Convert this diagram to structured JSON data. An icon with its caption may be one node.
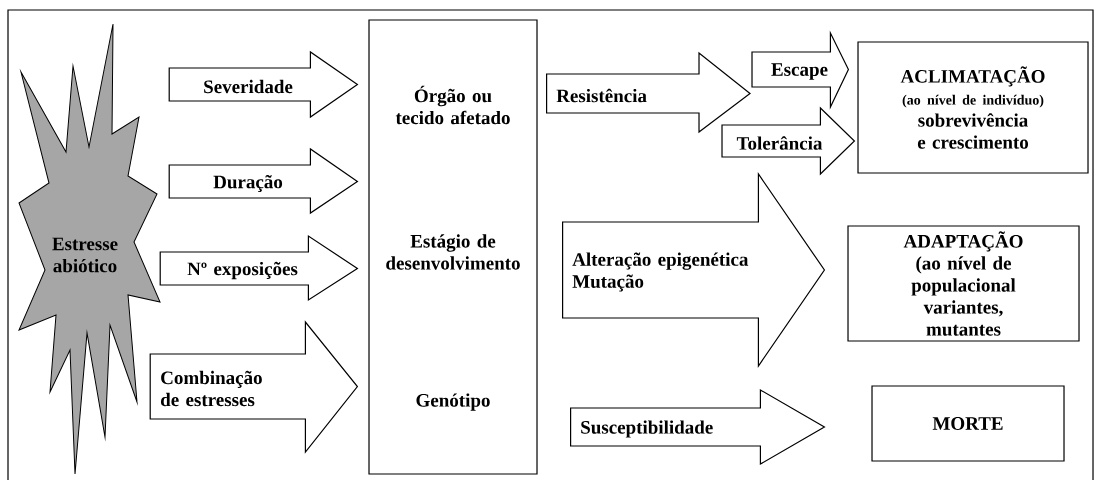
{
  "diagram": {
    "nodes": [
      {
        "text": [
          "Estresse abiótico"
        ]
      },
      {
        "text": [
          "Órgão ou tecido afetado",
          "Estágio de desenvolvimento",
          "Genótipo"
        ]
      },
      {
        "text": [
          "ACLIMATAÇÃO",
          "(ao nível de indivíduo)",
          "sobrevivência e crescimento"
        ]
      },
      {
        "text": [
          "ADAPTAÇÃO",
          "(ao nível de populacional variantes, mutantes"
        ]
      },
      {
        "text": [
          "MORTE"
        ]
      }
    ],
    "edges": [
      {
        "from": 0,
        "to": 1,
        "arrow": "to",
        "label": "Severidade"
      },
      {
        "from": 0,
        "to": 1,
        "arrow": "to",
        "label": "Duração"
      },
      {
        "from": 0,
        "to": 1,
        "arrow": "to",
        "label": "Nº exposições"
      },
      {
        "from": 0,
        "to": 1,
        "arrow": "to",
        "label": "Combinação de estresses"
      },
      {
        "from": 1,
        "to": null,
        "arrow": "to",
        "label": "Resistência"
      },
      {
        "from": null,
        "to": 2,
        "arrow": "to",
        "label": "Escape"
      },
      {
        "from": null,
        "to": 2,
        "arrow": "to",
        "label": "Tolerância"
      },
      {
        "from": 1,
        "to": 3,
        "arrow": "to",
        "label": "Alteração epigenética Mutação"
      },
      {
        "from": 1,
        "to": 4,
        "arrow": "to",
        "label": "Susceptibilidade"
      }
    ]
  }
}
